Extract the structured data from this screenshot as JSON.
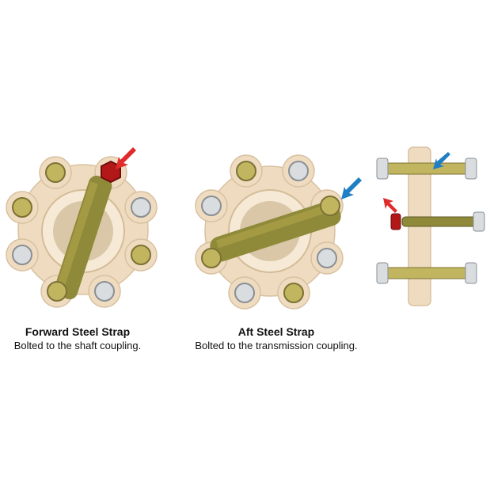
{
  "captions": {
    "forward": {
      "title": "Forward Steel Strap",
      "subtitle": "Bolted to the shaft coupling."
    },
    "aft": {
      "title": "Aft Steel Strap",
      "subtitle": "Bolted to the transmission coupling."
    }
  },
  "colors": {
    "coupling": "#efdcc0",
    "coupling_shadow": "#d8c0a0",
    "steel_strap": "#8f8a3a",
    "bolt_zinc": "#c2b560",
    "nut_silver": "#d9dde0",
    "arrow_red": "#e02b2b",
    "arrow_blue": "#1f7fc4",
    "red_bolt": "#b31818"
  },
  "icons": {
    "forward_arrow": "arrow-red-icon",
    "aft_arrow": "arrow-blue-icon",
    "side_arrows": [
      "arrow-blue-icon",
      "arrow-red-icon"
    ]
  }
}
